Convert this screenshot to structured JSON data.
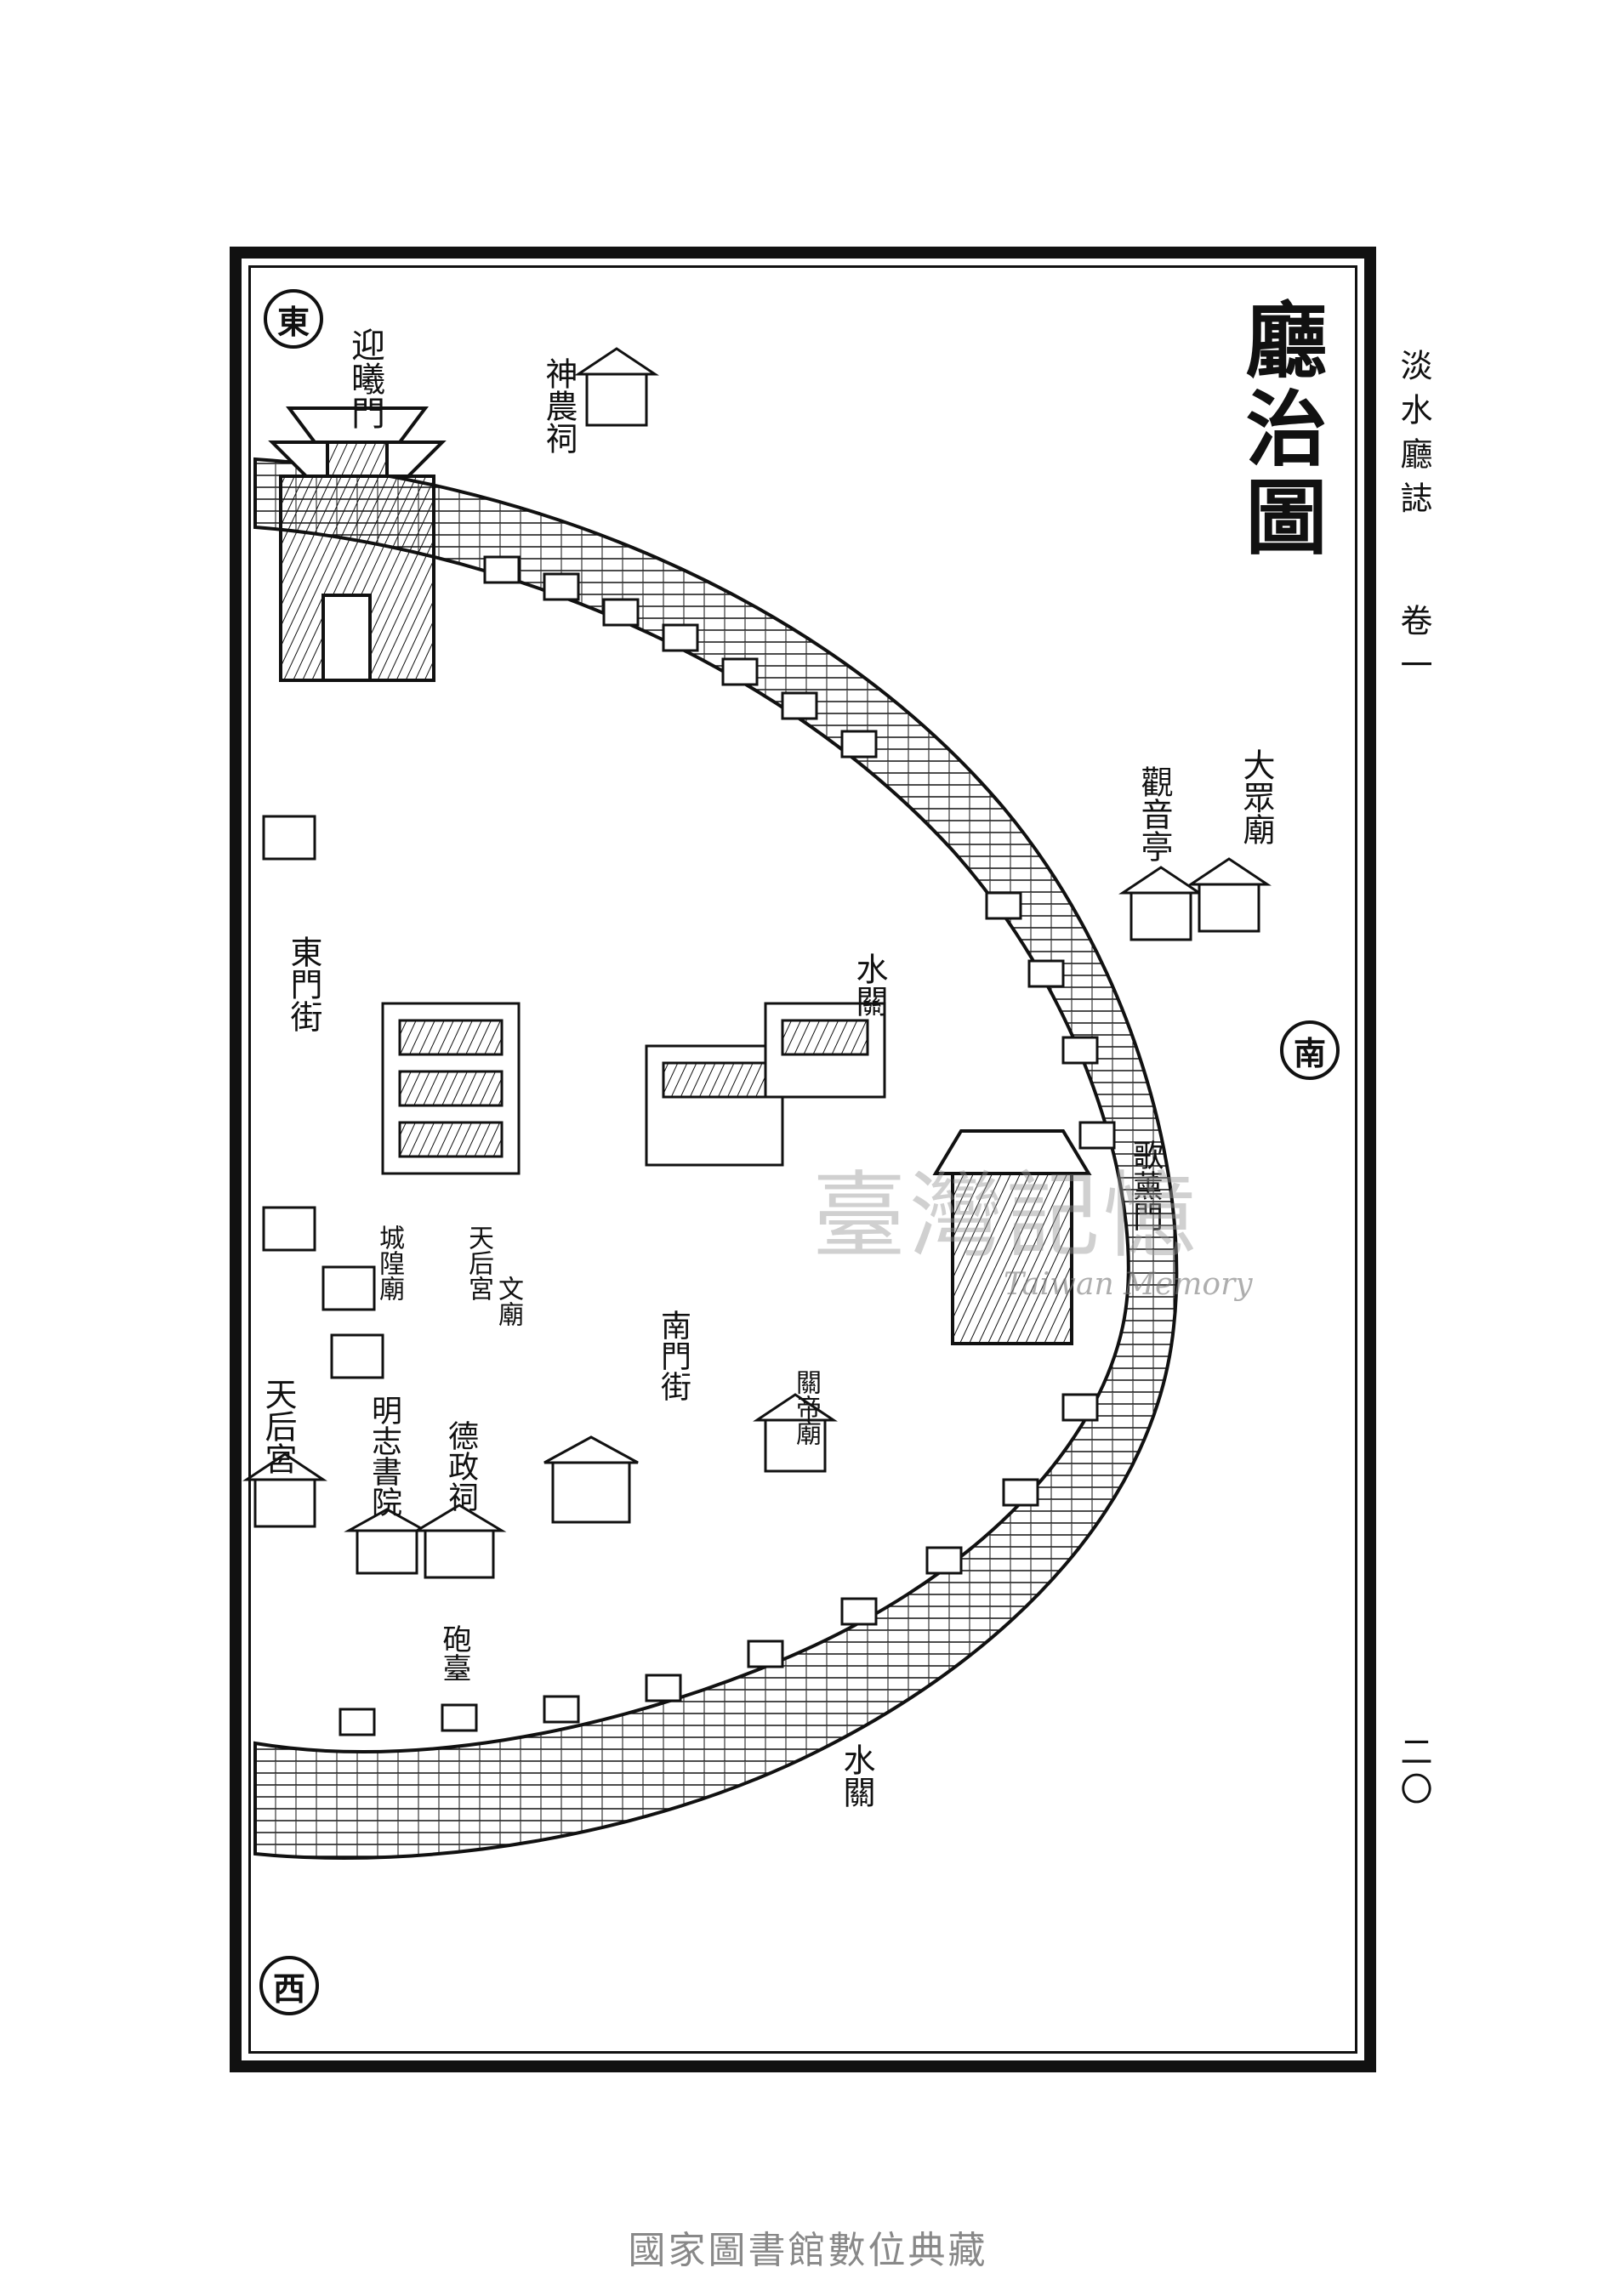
{
  "map": {
    "title": "廳治圖",
    "compass": {
      "east": "東",
      "south": "南",
      "west": "西"
    },
    "labels": {
      "east_gate": "迎曦門",
      "shennong": "神農祠",
      "tazhong": "大眾廟",
      "guanyin": "觀音亭",
      "shuiguan_upper": "水關",
      "shuiguan_lower": "水關",
      "south_gate": "歌薰門",
      "east_street": "東門街",
      "tianhou": "天后宮",
      "mingzhi": "明志書院",
      "dezheng": "德政祠",
      "south_street": "南門街",
      "paotai": "砲臺",
      "chenghuang": "城隍廟",
      "wumiao": "文廟",
      "misc_a": "關帝廟",
      "misc_b": "天后宮"
    }
  },
  "side_note": {
    "book": "淡水廳誌",
    "volume": "卷一",
    "page": "二〇"
  },
  "watermark": {
    "main": "臺灣記憶",
    "sub": "Taiwan Memory"
  },
  "footer": {
    "text": "國家圖書館數位典藏"
  }
}
